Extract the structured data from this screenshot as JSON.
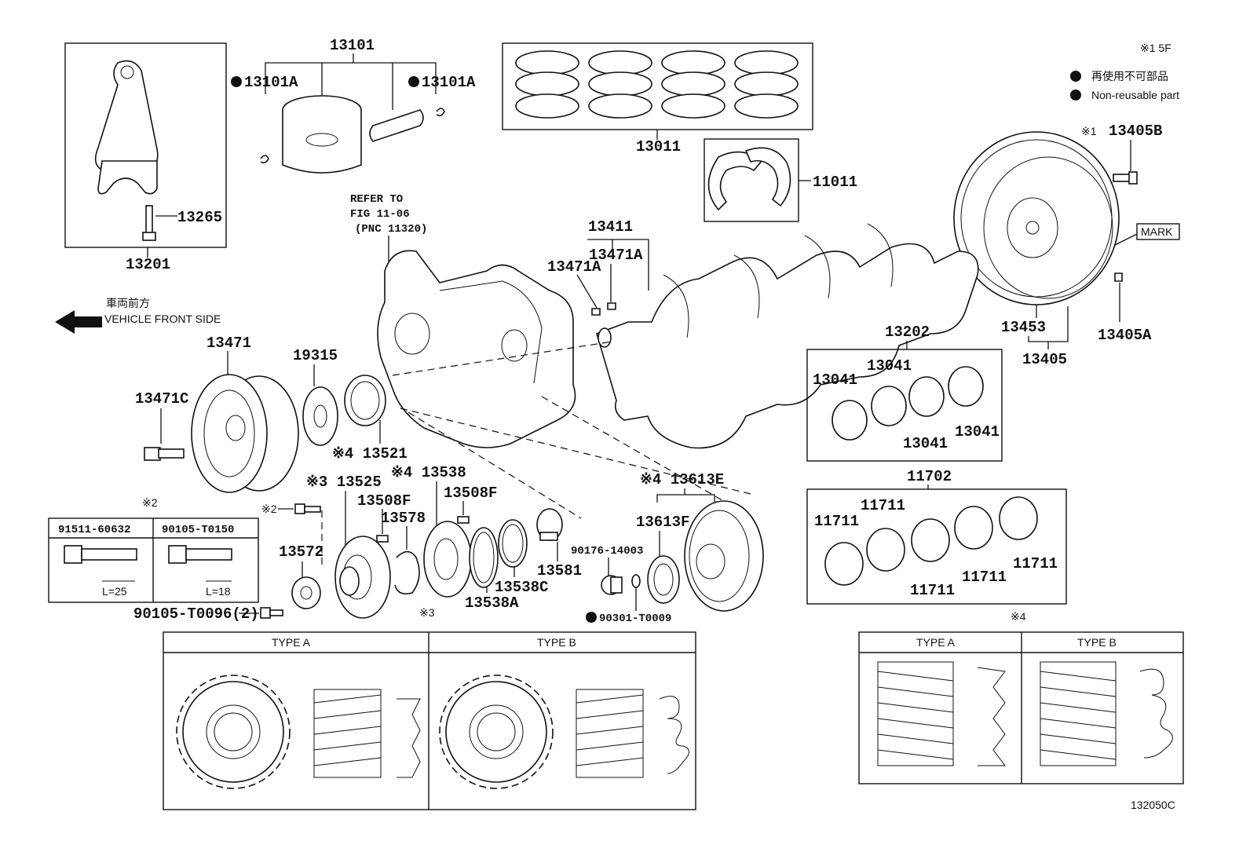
{
  "legend": {
    "note_ref": "※1 5F",
    "jp_label": "再使用不可部品",
    "en_label": "Non-reusable part"
  },
  "direction": {
    "jp_label": "車両前方",
    "en_label": "VEHICLE FRONT SIDE"
  },
  "refer": {
    "line1": "REFER TO",
    "line2": "FIG 11-06",
    "line3": "(PNC 11320)"
  },
  "parts": {
    "p13101": "13101",
    "p13101A_left": "13101A",
    "p13101A_right": "13101A",
    "p13265": "13265",
    "p13201": "13201",
    "p13011": "13011",
    "p11011": "11011",
    "p13405B": "13405B",
    "p13405B_note": "※1",
    "mark": "MARK",
    "p13411": "13411",
    "p13471A_a": "13471A",
    "p13471A_b": "13471A",
    "p13453": "13453",
    "p13405": "13405",
    "p13405A": "13405A",
    "p13202": "13202",
    "p13041_a": "13041",
    "p13041_b": "13041",
    "p13041_c": "13041",
    "p13041_d": "13041",
    "p11702": "11702",
    "p11711_a": "11711",
    "p11711_b": "11711",
    "p11711_c": "11711",
    "p11711_d": "11711",
    "p11711_e": "11711",
    "p13471": "13471",
    "p13471C": "13471C",
    "p19315": "19315",
    "p13521": "※4 13521",
    "p13525": "※3 13525",
    "p13538": "※4 13538",
    "p13508F_a": "13508F",
    "p13508F_b": "13508F",
    "p13578": "13578",
    "p13572": "13572",
    "p13538A": "13538A",
    "p13538C": "13538C",
    "p13581": "13581",
    "p90176": "90176-14003",
    "p13613E": "※4 13613E",
    "p13613F": "13613F",
    "p90301": "90301-T0009",
    "p90105_T0096": "90105-T0096(2)",
    "note2_small": "※2"
  },
  "bolt_table": {
    "note": "※2",
    "col1_part": "91511-60632",
    "col1_len": "L=25",
    "col2_part": "90105-T0150",
    "col2_len": "L=18"
  },
  "types3": {
    "note": "※3",
    "type_a": "TYPE A",
    "type_b": "TYPE B"
  },
  "types4": {
    "note": "※4",
    "type_a": "TYPE A",
    "type_b": "TYPE B"
  },
  "diagram_id": "132050C"
}
